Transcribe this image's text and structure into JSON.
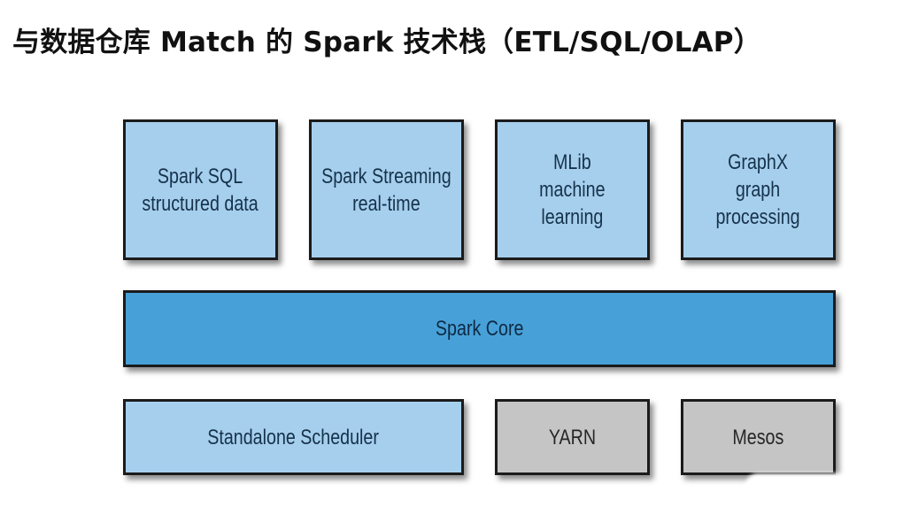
{
  "title": "与数据仓库 Match 的 Spark 技术栈（ETL/SQL/OLAP）",
  "colors": {
    "library_box": "#a6cfee",
    "core_box": "#47a1d8",
    "cluster_manager_box_grey": "#c5c5c5",
    "border": "#1b1b1b"
  },
  "libraries": [
    {
      "lines": [
        "Spark SQL",
        "structured data"
      ]
    },
    {
      "lines": [
        "Spark Streaming",
        "real-time"
      ]
    },
    {
      "lines": [
        "MLib",
        "machine",
        "learning"
      ]
    },
    {
      "lines": [
        "GraphX",
        "graph",
        "processing"
      ]
    }
  ],
  "core": {
    "label": "Spark Core"
  },
  "cluster_managers": [
    {
      "label": "Standalone Scheduler"
    },
    {
      "label": "YARN"
    },
    {
      "label": "Mesos"
    }
  ]
}
